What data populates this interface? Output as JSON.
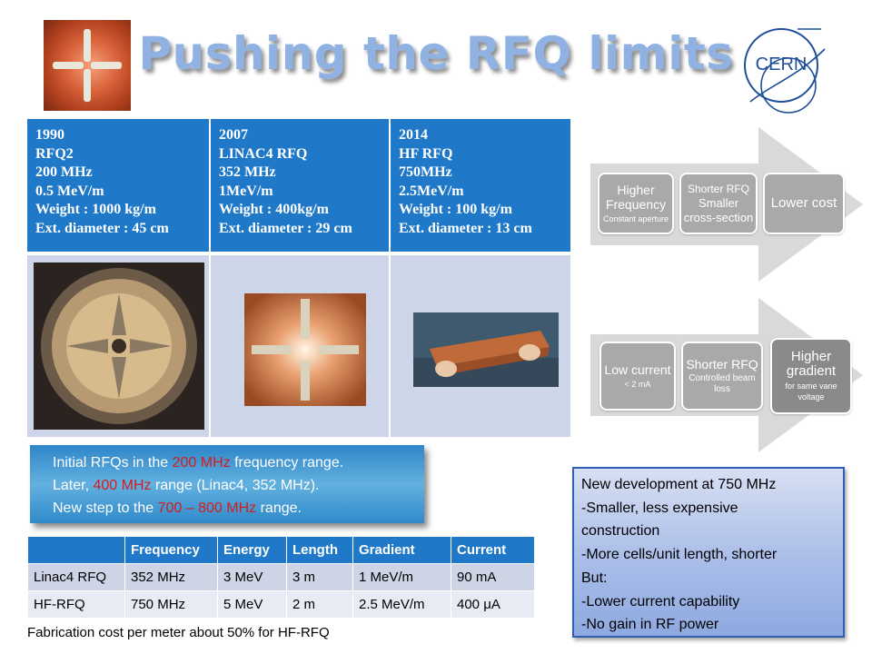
{
  "title": "Pushing the RFQ limits",
  "columns": [
    {
      "year": "1990",
      "name": "RFQ2",
      "freq": "200 MHz",
      "gradient": "0.5 MeV/m",
      "weight": "Weight : 1000 kg/m",
      "diameter": "Ext. diameter : 45 cm"
    },
    {
      "year": "2007",
      "name": "LINAC4 RFQ",
      "freq": "352 MHz",
      "gradient": "1MeV/m",
      "weight": "Weight : 400kg/m",
      "diameter": "Ext. diameter : 29 cm"
    },
    {
      "year": "2014",
      "name": "HF RFQ",
      "freq": "750MHz",
      "gradient": "2.5MeV/m",
      "weight": "Weight : 100 kg/m",
      "diameter": "Ext. diameter : 13 cm"
    }
  ],
  "chevron_top": {
    "boxes": [
      {
        "label": "Higher Frequency",
        "sub": "Constant aperture"
      },
      {
        "label": "Shorter RFQ",
        "sub": "Smaller cross-section"
      },
      {
        "label": "Lower cost",
        "sub": ""
      }
    ]
  },
  "chevron_bottom": {
    "boxes": [
      {
        "label": "Low current",
        "sub": "< 2 mA"
      },
      {
        "label": "Shorter RFQ",
        "sub": "Controlled beam loss"
      },
      {
        "label": "Higher gradient",
        "sub": "for same vane voltage"
      }
    ]
  },
  "note": {
    "l1a": "Initial RFQs in the ",
    "l1b": "200 MHz",
    "l1c": " frequency range.",
    "l2a": "Later, ",
    "l2b": "400 MHz",
    "l2c": " range (Linac4, 352 MHz).",
    "l3a": "New step to the ",
    "l3b": "700 – 800 MHz",
    "l3c": " range."
  },
  "table": {
    "headers": [
      "",
      "Frequency",
      "Energy",
      "Length",
      "Gradient",
      "Current"
    ],
    "rows": [
      [
        "Linac4 RFQ",
        "352 MHz",
        "3 MeV",
        "3 m",
        "1 MeV/m",
        "90 mA"
      ],
      [
        "HF-RFQ",
        "750 MHz",
        "5 MeV",
        "2 m",
        "2.5 MeV/m",
        "400 μA"
      ]
    ]
  },
  "caption": "Fabrication cost per meter about 50% for HF-RFQ",
  "development": [
    "New development at 750 MHz",
    "-Smaller, less expensive",
    "construction",
    "-More cells/unit length, shorter",
    "But:",
    "-Lower current capability",
    "-No gain in RF power"
  ],
  "logo_text": "CERN",
  "colors": {
    "accent": "#1f78c8",
    "title": "#8fb2e3",
    "highlight": "#d51c1c"
  }
}
